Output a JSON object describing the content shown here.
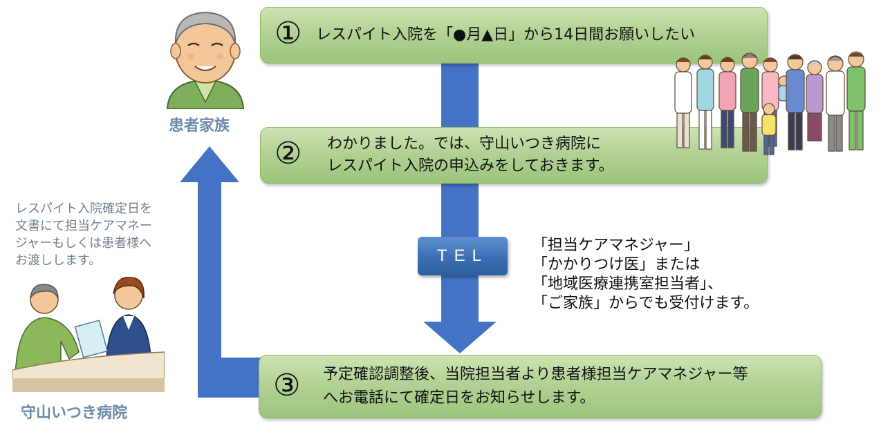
{
  "steps": [
    {
      "num": "①",
      "lines": [
        "レスパイト入院を「●月▲日」から14日間お願いしたい"
      ]
    },
    {
      "num": "②",
      "lines": [
        "わかりました。では、守山いつき病院に",
        "レスパイト入院の申込みをしておきます。"
      ]
    },
    {
      "num": "③",
      "lines": [
        "予定確認調整後、当院担当者より患者様担当ケアマネジャー等",
        "へお電話にて確定日をお知らせします。"
      ]
    }
  ],
  "tel_label": "TEL",
  "family_label": "患者家族",
  "hospital_label": "守山いつき病院",
  "note_lines": [
    "レスパイト入院確定日を",
    "文書にて担当ケアマネー",
    "ジャーもしくは患者様へ",
    "お渡しします。"
  ],
  "contact_lines": [
    "「担当ケアマネジャー」",
    "「かかりつけ医」または",
    "「地域医療連携室担当者」、",
    "「ご家族」からでも受付けます。"
  ],
  "colors": {
    "arrow": "#4472c4",
    "step_fill": "#b3d195",
    "label": "#6c8aa8"
  },
  "icons": [
    "elderly-man-icon",
    "family-group-icon",
    "reception-desk-icon"
  ]
}
